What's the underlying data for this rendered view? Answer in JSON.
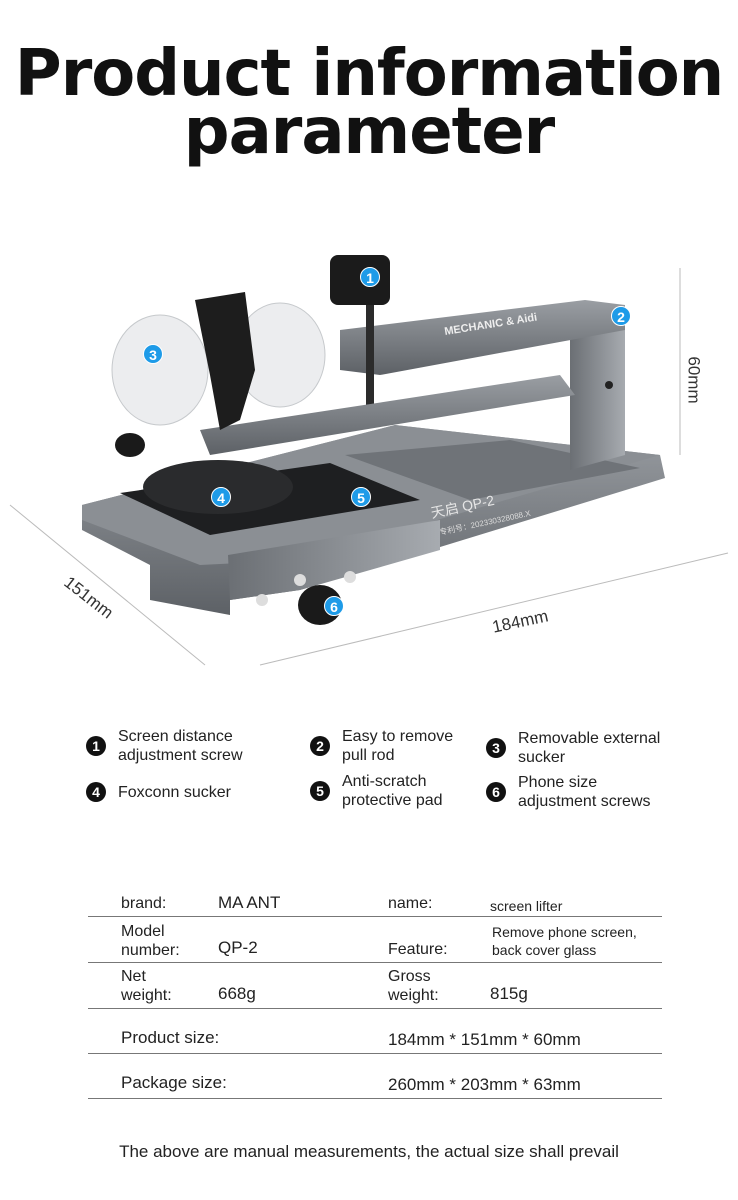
{
  "title": {
    "line1": "Product information",
    "line2": "parameter"
  },
  "product": {
    "engraving_brand": "MECHANIC & Aidi",
    "engraving_model": "天启 QP-2",
    "engraving_patent": "专利号：202330328088.X",
    "dimensions": {
      "height": "60mm",
      "depth": "151mm",
      "width": "184mm"
    },
    "callouts": [
      "1",
      "2",
      "3",
      "4",
      "5",
      "6"
    ],
    "accent_color": "#1e9be8"
  },
  "legend": [
    {
      "num": "1",
      "label": "Screen distance\nadjustment screw"
    },
    {
      "num": "2",
      "label": "Easy to remove\npull rod"
    },
    {
      "num": "3",
      "label": "Removable external\nsucker"
    },
    {
      "num": "4",
      "label": "Foxconn sucker"
    },
    {
      "num": "5",
      "label": "Anti-scratch\nprotective pad"
    },
    {
      "num": "6",
      "label": "Phone size\nadjustment screws"
    }
  ],
  "specs": {
    "brand_label": "brand:",
    "brand_value": "MA ANT",
    "name_label": "name:",
    "name_value": "screen lifter",
    "model_label": "Model\nnumber:",
    "model_value": "QP-2",
    "feature_label": "Feature:",
    "feature_value": "Remove phone screen,\nback cover glass",
    "net_label": "Net\nweight:",
    "net_value": "668g",
    "gross_label": "Gross\nweight:",
    "gross_value": "815g",
    "product_size_label": "Product size:",
    "product_size_value": "184mm * 151mm * 60mm",
    "package_size_label": "Package size:",
    "package_size_value": "260mm * 203mm * 63mm"
  },
  "footer": "The above are manual measurements, the actual size shall prevail"
}
